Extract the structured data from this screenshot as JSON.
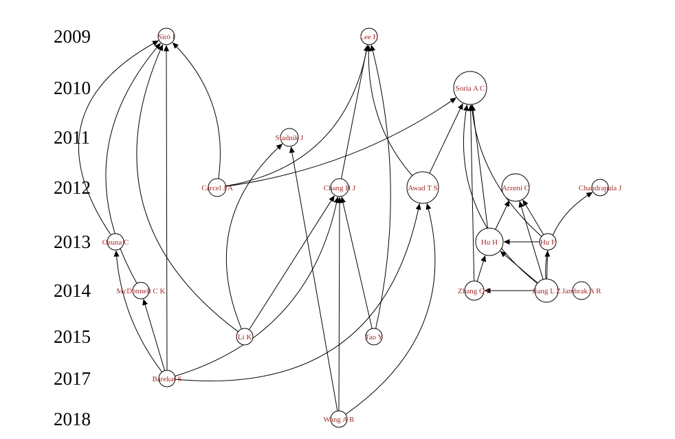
{
  "colors": {
    "edge": "#000000",
    "label": "#a52a2a",
    "node_fill": "#ffffff"
  },
  "years": [
    "2009",
    "2010",
    "2011",
    "2012",
    "2013",
    "2014",
    "2015",
    "2017",
    "2018"
  ],
  "nodes": [
    {
      "id": "siro",
      "label": "Siró I"
    },
    {
      "id": "lee",
      "label": "Lee H"
    },
    {
      "id": "soria",
      "label": "Soria A C"
    },
    {
      "id": "stadnik",
      "label": "Stadnik J"
    },
    {
      "id": "carcel",
      "label": "Carcel J A"
    },
    {
      "id": "chang",
      "label": "Chang H J"
    },
    {
      "id": "awad",
      "label": "Awad T S"
    },
    {
      "id": "arzeni",
      "label": "Arzeni C"
    },
    {
      "id": "chandrapala",
      "label": "Chandrapala J"
    },
    {
      "id": "ozuna",
      "label": "Ozuna C"
    },
    {
      "id": "huh",
      "label": "Hu H"
    },
    {
      "id": "huf",
      "label": "Hu F"
    },
    {
      "id": "mcdonnell",
      "label": "McDonnell C K"
    },
    {
      "id": "zhang",
      "label": "Zhang Q F"
    },
    {
      "id": "jiang",
      "label": "Jiang L Z"
    },
    {
      "id": "jambrak",
      "label": "Jambrak A R"
    },
    {
      "id": "lik",
      "label": "Li K"
    },
    {
      "id": "tao",
      "label": "Tao Y"
    },
    {
      "id": "barekat",
      "label": "Barekat S"
    },
    {
      "id": "wang",
      "label": "Wang A R"
    }
  ],
  "edges": [
    [
      "carcel",
      "siro"
    ],
    [
      "carcel",
      "lee"
    ],
    [
      "carcel",
      "soria"
    ],
    [
      "ozuna",
      "siro"
    ],
    [
      "mcdonnell",
      "siro"
    ],
    [
      "barekat",
      "siro"
    ],
    [
      "lik",
      "siro"
    ],
    [
      "lik",
      "stadnik"
    ],
    [
      "lik",
      "chang"
    ],
    [
      "barekat",
      "ozuna"
    ],
    [
      "barekat",
      "mcdonnell"
    ],
    [
      "barekat",
      "chang"
    ],
    [
      "barekat",
      "awad"
    ],
    [
      "chang",
      "lee"
    ],
    [
      "tao",
      "lee"
    ],
    [
      "tao",
      "chang"
    ],
    [
      "awad",
      "lee"
    ],
    [
      "awad",
      "soria"
    ],
    [
      "wang",
      "stadnik"
    ],
    [
      "wang",
      "chang"
    ],
    [
      "wang",
      "awad"
    ],
    [
      "huh",
      "soria"
    ],
    [
      "huh",
      "arzeni"
    ],
    [
      "huf",
      "soria"
    ],
    [
      "huf",
      "arzeni"
    ],
    [
      "huf",
      "huh"
    ],
    [
      "zhang",
      "soria"
    ],
    [
      "zhang",
      "huh"
    ],
    [
      "jiang",
      "soria"
    ],
    [
      "jiang",
      "arzeni"
    ],
    [
      "jiang",
      "huf"
    ],
    [
      "jiang",
      "huh"
    ],
    [
      "jiang",
      "zhang"
    ],
    [
      "jiang",
      "chandrapala"
    ]
  ]
}
